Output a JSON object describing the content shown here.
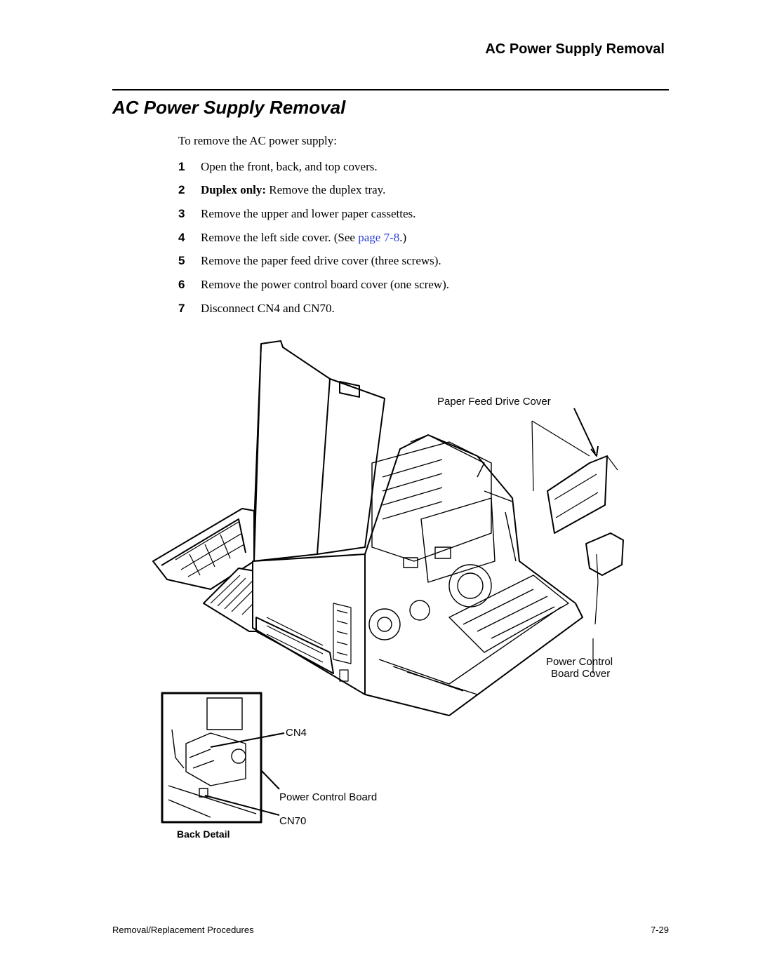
{
  "header": {
    "running_title": "AC Power Supply Removal"
  },
  "section": {
    "title": "AC Power Supply Removal"
  },
  "intro": "To remove the AC power supply:",
  "steps": [
    {
      "num": "1",
      "text": "Open the front, back, and top covers."
    },
    {
      "num": "2",
      "bold": "Duplex only:",
      "text": " Remove the duplex tray."
    },
    {
      "num": "3",
      "text": "Remove the upper and lower paper cassettes."
    },
    {
      "num": "4",
      "text_before": "Remove the left side cover. (See ",
      "link": "page 7-8",
      "text_after": ".)"
    },
    {
      "num": "5",
      "text": "Remove the paper feed drive cover (three screws)."
    },
    {
      "num": "6",
      "text": "Remove the power control board cover (one screw)."
    },
    {
      "num": "7",
      "text": "Disconnect CN4 and CN70."
    }
  ],
  "figure": {
    "callouts": {
      "paper_feed_drive_cover": "Paper Feed Drive Cover",
      "power_control_board_cover_1": "Power Control",
      "power_control_board_cover_2": "Board Cover",
      "cn4": "CN4",
      "power_control_board": "Power Control Board",
      "cn70": "CN70"
    },
    "inset_caption": "Back Detail"
  },
  "footer": {
    "left": "Removal/Replacement Procedures",
    "right": "7-29"
  },
  "colors": {
    "link": "#2b3fd6",
    "text": "#000000"
  }
}
